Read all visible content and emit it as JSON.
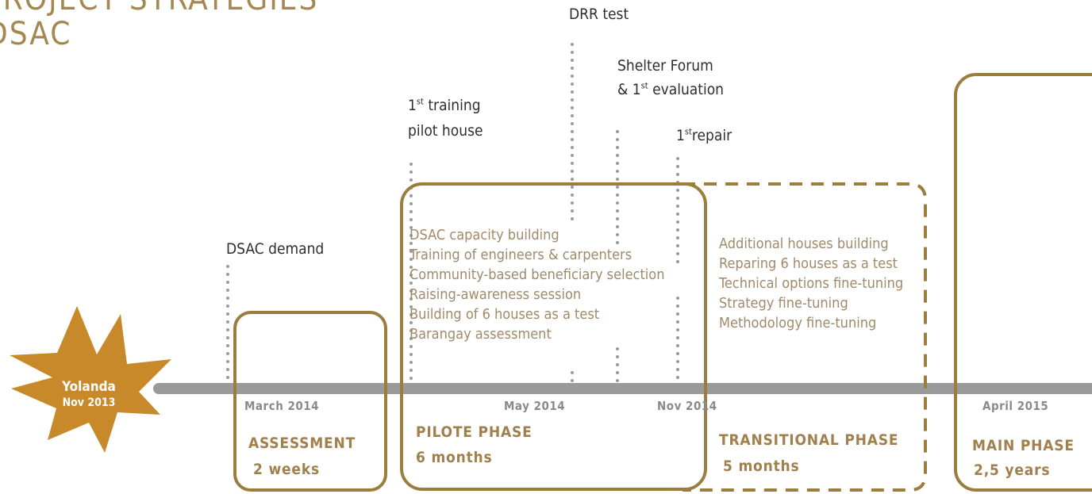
{
  "title": {
    "line1": "PROJECT STRATEGIES",
    "line2": "DSAC"
  },
  "origin": {
    "label": "Yolanda",
    "date": "Nov 2013",
    "color": "#c8892a"
  },
  "colors": {
    "accent": "#9b7d3e",
    "timeline": "#9a9a9a",
    "dots": "#9a9a9a"
  },
  "events": {
    "dsac_demand": "DSAC demand",
    "training_line1": "1",
    "training_sup": "st",
    "training_rest": " training",
    "training_line2": "pilot house",
    "drr": "DRR test",
    "forum_line1": "Shelter Forum",
    "forum_amp": "& 1",
    "forum_sup": "st",
    "forum_rest": " evaluation",
    "repair_num": "1",
    "repair_sup": "st",
    "repair_rest": "repair"
  },
  "dates": {
    "march": "March 2014",
    "may": "May 2014",
    "nov": "Nov 2014",
    "april": "April 2015"
  },
  "phases": {
    "assessment": {
      "name": "ASSESSMENT",
      "duration": "2 weeks"
    },
    "pilot": {
      "name": "PILOTE PHASE",
      "duration": "6 months",
      "tasks": [
        "DSAC capacity building",
        "Training of engineers & carpenters",
        "Community-based beneficiary selection",
        "Raising-awareness session",
        "Building of 6 houses as a test",
        "Barangay assessment"
      ]
    },
    "transitional": {
      "name": "TRANSITIONAL PHASE",
      "duration": "5 months",
      "tasks": [
        "Additional houses building",
        "Reparing 6 houses as a test",
        "Technical options fine-tuning",
        "Strategy fine-tuning",
        "Methodology fine-tuning"
      ]
    },
    "main": {
      "name": "MAIN PHASE",
      "duration": "2,5 years"
    }
  }
}
